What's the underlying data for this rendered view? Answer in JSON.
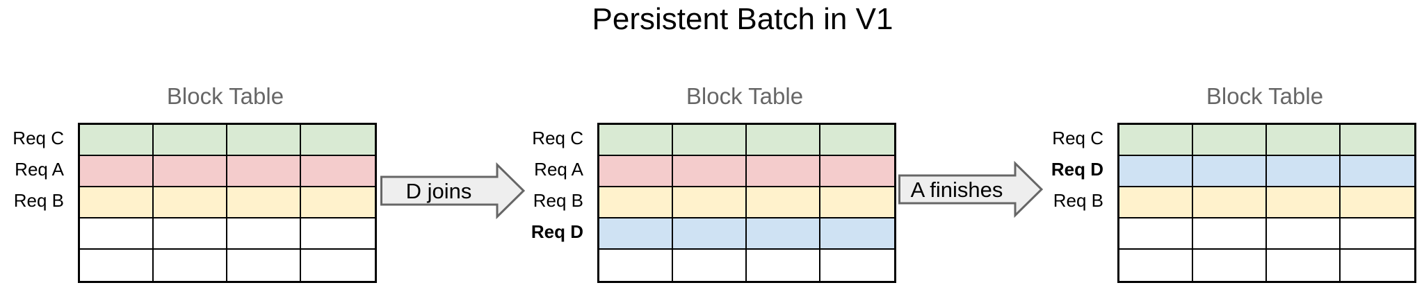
{
  "title": "Persistent Batch in V1",
  "colors": {
    "green": "#d9ead3",
    "red": "#f4cccc",
    "yellow": "#fff2cc",
    "blue": "#cfe2f3",
    "white": "#ffffff",
    "arrow_fill": "#eeeeee",
    "arrow_border": "#666666",
    "heading_gray": "#666666",
    "grid_border": "#000000"
  },
  "panels": [
    {
      "title": "Block Table",
      "columns": 4,
      "rows": [
        {
          "label": "Req C",
          "bold": false,
          "color": "green"
        },
        {
          "label": "Req A",
          "bold": false,
          "color": "red"
        },
        {
          "label": "Req B",
          "bold": false,
          "color": "yellow"
        },
        {
          "label": "",
          "bold": false,
          "color": "white"
        },
        {
          "label": "",
          "bold": false,
          "color": "white"
        }
      ]
    },
    {
      "title": "Block Table",
      "columns": 4,
      "rows": [
        {
          "label": "Req C",
          "bold": false,
          "color": "green"
        },
        {
          "label": "Req A",
          "bold": false,
          "color": "red"
        },
        {
          "label": "Req B",
          "bold": false,
          "color": "yellow"
        },
        {
          "label": "Req D",
          "bold": true,
          "color": "blue"
        },
        {
          "label": "",
          "bold": false,
          "color": "white"
        }
      ]
    },
    {
      "title": "Block Table",
      "columns": 4,
      "rows": [
        {
          "label": "Req C",
          "bold": false,
          "color": "green"
        },
        {
          "label": "Req D",
          "bold": true,
          "color": "blue"
        },
        {
          "label": "Req B",
          "bold": false,
          "color": "yellow"
        },
        {
          "label": "",
          "bold": false,
          "color": "white"
        },
        {
          "label": "",
          "bold": false,
          "color": "white"
        }
      ]
    }
  ],
  "arrows": [
    {
      "label": "D joins"
    },
    {
      "label": "A finishes"
    }
  ]
}
